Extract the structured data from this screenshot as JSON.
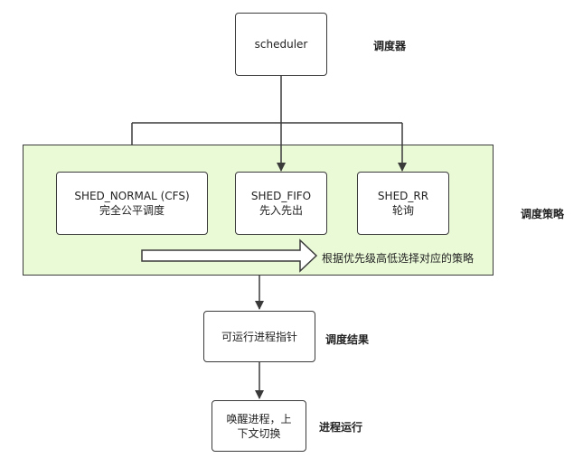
{
  "diagram": {
    "top_node": {
      "label": "scheduler",
      "side_label": "调度器"
    },
    "policy_group": {
      "side_label": "调度策略",
      "policies": [
        {
          "name": "SHED_NORMAL (CFS)",
          "desc": "完全公平调度"
        },
        {
          "name": "SHED_FIFO",
          "desc": "先入先出"
        },
        {
          "name": "SHED_RR",
          "desc": "轮询"
        }
      ],
      "arrow_note": "根据优先级高低选择对应的策略"
    },
    "result_node": {
      "label": "可运行进程指针",
      "side_label": "调度结果"
    },
    "run_node": {
      "line1": "唤醒进程，上",
      "line2": "下文切换",
      "side_label": "进程运行"
    }
  },
  "colors": {
    "group_fill": "#eafad7",
    "stroke": "#3a3a3a"
  }
}
